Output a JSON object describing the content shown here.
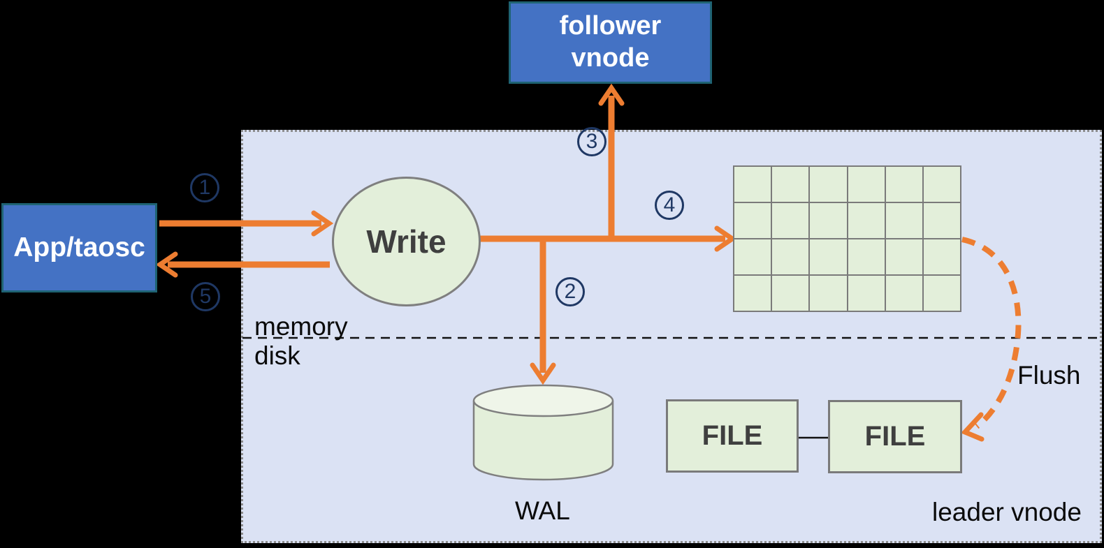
{
  "nodes": {
    "app": {
      "label": "App/taosc"
    },
    "follower": {
      "label": "follower vnode"
    },
    "write": {
      "label": "Write"
    },
    "wal": {
      "label": "WAL"
    },
    "file1": {
      "label": "FILE"
    },
    "file2": {
      "label": "FILE"
    }
  },
  "labels": {
    "memory": "memory",
    "disk": "disk",
    "flush": "Flush",
    "leader": "leader vnode"
  },
  "steps": [
    {
      "n": "1"
    },
    {
      "n": "2"
    },
    {
      "n": "3"
    },
    {
      "n": "4"
    },
    {
      "n": "5"
    }
  ],
  "grid": {
    "rows": 4,
    "cols": 6
  },
  "colors": {
    "background": "#000000",
    "region_fill": "#dbe2f4",
    "region_border": "#8c8c8c",
    "node_blue": "#4472c4",
    "node_blue_border": "#1f6373",
    "node_green": "#e3efda",
    "node_green_top": "#eff5e9",
    "node_green_border": "#7f7f7f",
    "arrow_orange": "#ed7d31",
    "step_navy": "#1f3864",
    "text_white": "#ffffff",
    "text_dark_gray": "#3f3f3f",
    "text_black": "#0a0a0a"
  }
}
